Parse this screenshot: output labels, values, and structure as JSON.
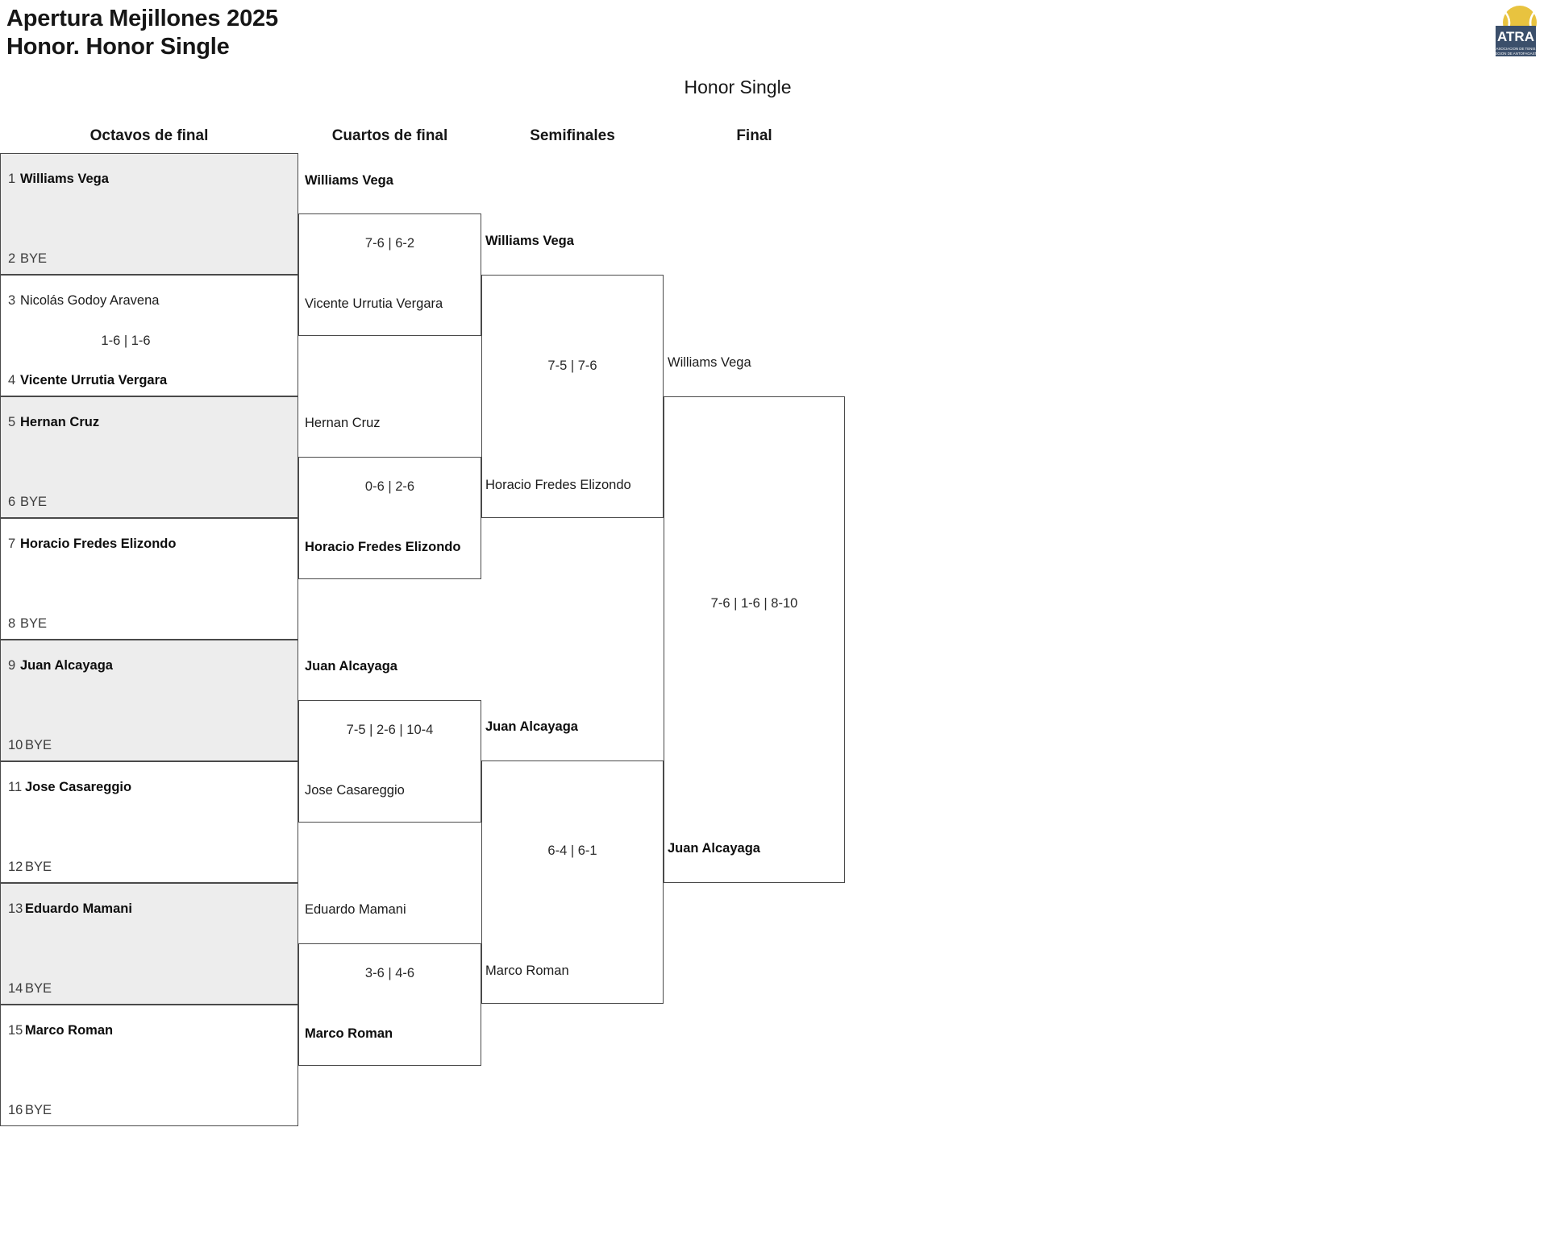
{
  "header": {
    "tournament_title": "Apertura Mejillones 2025\nHonor. Honor Single",
    "draw_title": "Honor Single",
    "logo_alt": "ATRA - Asociación de Tenis Región de Antofagasta"
  },
  "rounds": [
    {
      "label": "Octavos de final"
    },
    {
      "label": "Cuartos de final"
    },
    {
      "label": "Semifinales"
    },
    {
      "label": "Final"
    }
  ],
  "colors": {
    "shade": "#ededed",
    "border": "#4a4a4a",
    "text": "#1b1b1b",
    "logo_navy": "#3b4f6b",
    "logo_ball": "#e8c33f"
  },
  "chart_data": {
    "type": "bracket",
    "title": "Honor Single",
    "rounds": [
      "Octavos de final",
      "Cuartos de final",
      "Semifinales",
      "Final"
    ],
    "round1": [
      {
        "seed": "1",
        "name": "Williams Vega",
        "winner": true,
        "bye": false
      },
      {
        "seed": "2",
        "name": "BYE",
        "winner": false,
        "bye": true
      },
      {
        "seed": "3",
        "name": "Nicolás Godoy Aravena",
        "winner": false,
        "bye": false
      },
      {
        "seed": "4",
        "name": "Vicente Urrutia Vergara",
        "winner": true,
        "bye": false
      },
      {
        "seed": "5",
        "name": "Hernan Cruz",
        "winner": true,
        "bye": false
      },
      {
        "seed": "6",
        "name": "BYE",
        "winner": false,
        "bye": true
      },
      {
        "seed": "7",
        "name": "Horacio Fredes Elizondo",
        "winner": true,
        "bye": false
      },
      {
        "seed": "8",
        "name": "BYE",
        "winner": false,
        "bye": true
      },
      {
        "seed": "9",
        "name": "Juan Alcayaga",
        "winner": true,
        "bye": false
      },
      {
        "seed": "10",
        "name": "BYE",
        "winner": false,
        "bye": true
      },
      {
        "seed": "11",
        "name": "Jose Casareggio",
        "winner": true,
        "bye": false
      },
      {
        "seed": "12",
        "name": "BYE",
        "winner": false,
        "bye": true
      },
      {
        "seed": "13",
        "name": "Eduardo Mamani",
        "winner": true,
        "bye": false
      },
      {
        "seed": "14",
        "name": "BYE",
        "winner": false,
        "bye": true
      },
      {
        "seed": "15",
        "name": "Marco Roman",
        "winner": true,
        "bye": false
      },
      {
        "seed": "16",
        "name": "BYE",
        "winner": false,
        "bye": true
      }
    ],
    "round1_scores": [
      "",
      "1-6 | 1-6",
      "",
      "",
      "",
      "",
      "",
      ""
    ],
    "round2": [
      {
        "name": "Williams Vega",
        "winner": true
      },
      {
        "name": "Vicente Urrutia Vergara",
        "winner": false
      },
      {
        "name": "Hernan Cruz",
        "winner": false
      },
      {
        "name": "Horacio Fredes Elizondo",
        "winner": true
      },
      {
        "name": "Juan Alcayaga",
        "winner": true
      },
      {
        "name": "Jose Casareggio",
        "winner": false
      },
      {
        "name": "Eduardo Mamani",
        "winner": false
      },
      {
        "name": "Marco Roman",
        "winner": true
      }
    ],
    "round2_scores": [
      "7-6 | 6-2",
      "0-6 | 2-6",
      "7-5 | 2-6 | 10-4",
      "3-6 | 4-6"
    ],
    "round3": [
      {
        "name": "Williams Vega",
        "winner": true
      },
      {
        "name": "Horacio Fredes Elizondo",
        "winner": false
      },
      {
        "name": "Juan Alcayaga",
        "winner": true
      },
      {
        "name": "Marco Roman",
        "winner": false
      }
    ],
    "round3_scores": [
      "7-5 | 7-6",
      "6-4 | 6-1"
    ],
    "round4": [
      {
        "name": "Williams Vega",
        "winner": false
      },
      {
        "name": "Juan Alcayaga",
        "winner": true
      }
    ],
    "round4_scores": [
      "7-6 | 1-6 | 8-10"
    ],
    "champion": "Juan Alcayaga"
  }
}
